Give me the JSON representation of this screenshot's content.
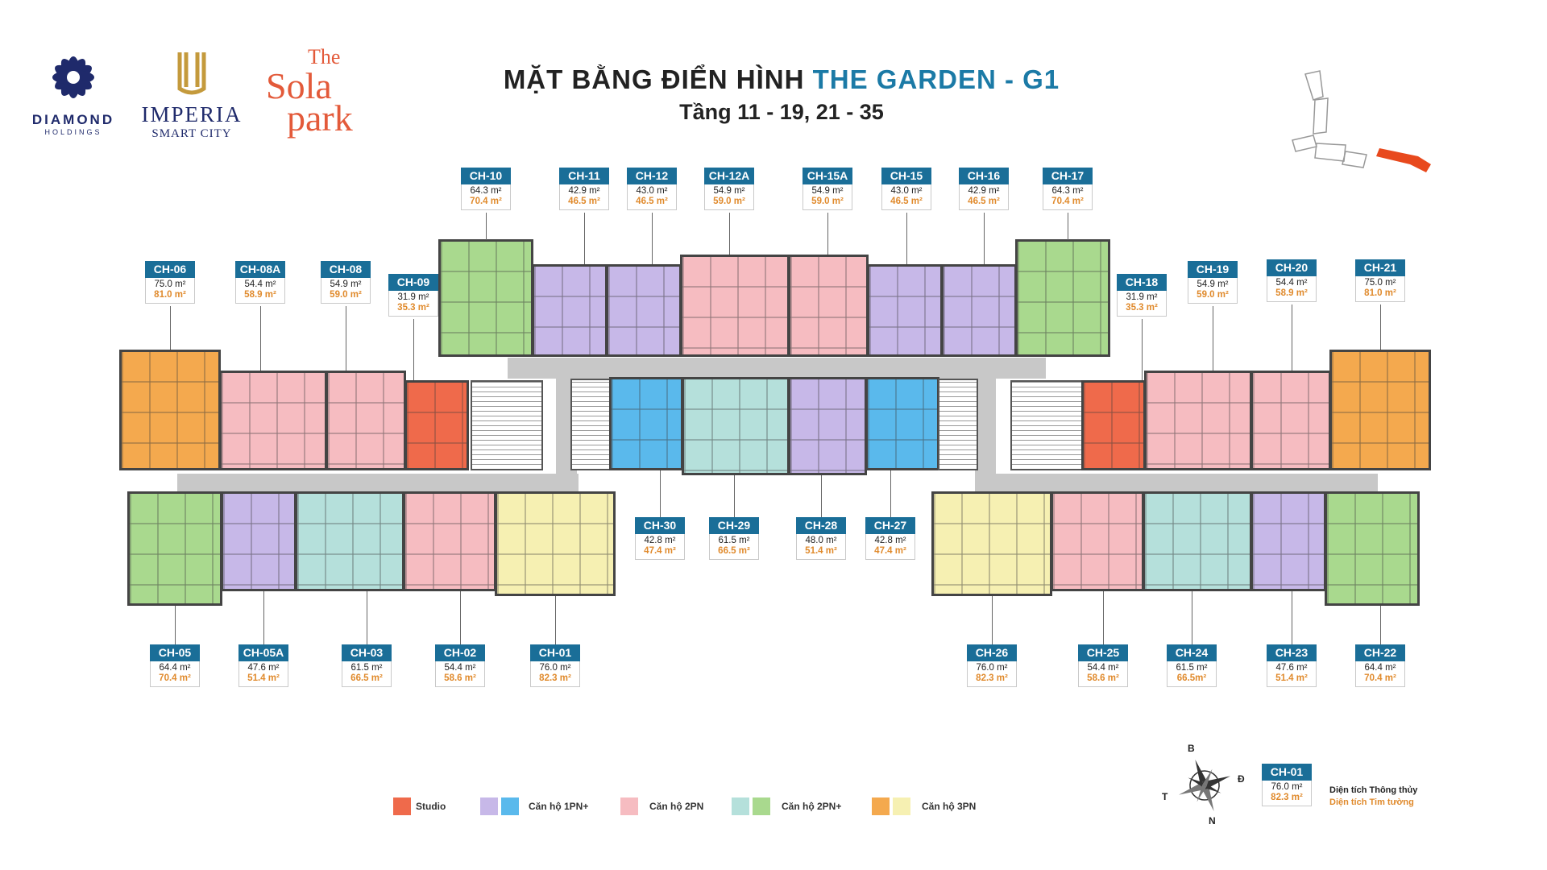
{
  "header": {
    "title_main": "MẶT BẰNG ĐIỂN HÌNH",
    "title_accent": "THE GARDEN - G1",
    "subtitle": "Tầng 11 - 19, 21 - 35"
  },
  "logos": {
    "diamond_name": "DIAMOND",
    "diamond_sub": "HOLDINGS",
    "imperia_name": "IMPERIA",
    "imperia_sub": "SMART CITY",
    "sola_line1": "The",
    "sola_line2": "Sola",
    "sola_line3": "park"
  },
  "units": [
    {
      "code": "CH-10",
      "area1": "64.3 m²",
      "area2": "70.4 m²"
    },
    {
      "code": "CH-11",
      "area1": "42.9 m²",
      "area2": "46.5 m²"
    },
    {
      "code": "CH-12",
      "area1": "43.0 m²",
      "area2": "46.5 m²"
    },
    {
      "code": "CH-12A",
      "area1": "54.9 m²",
      "area2": "59.0 m²"
    },
    {
      "code": "CH-15A",
      "area1": "54.9 m²",
      "area2": "59.0 m²"
    },
    {
      "code": "CH-15",
      "area1": "43.0 m²",
      "area2": "46.5 m²"
    },
    {
      "code": "CH-16",
      "area1": "42.9 m²",
      "area2": "46.5 m²"
    },
    {
      "code": "CH-17",
      "area1": "64.3 m²",
      "area2": "70.4 m²"
    },
    {
      "code": "CH-06",
      "area1": "75.0 m²",
      "area2": "81.0 m²"
    },
    {
      "code": "CH-08A",
      "area1": "54.4 m²",
      "area2": "58.9 m²"
    },
    {
      "code": "CH-08",
      "area1": "54.9 m²",
      "area2": "59.0 m²"
    },
    {
      "code": "CH-09",
      "area1": "31.9 m²",
      "area2": "35.3 m²"
    },
    {
      "code": "CH-18",
      "area1": "31.9 m²",
      "area2": "35.3 m²"
    },
    {
      "code": "CH-19",
      "area1": "54.9 m²",
      "area2": "59.0 m²"
    },
    {
      "code": "CH-20",
      "area1": "54.4 m²",
      "area2": "58.9 m²"
    },
    {
      "code": "CH-21",
      "area1": "75.0 m²",
      "area2": "81.0 m²"
    },
    {
      "code": "CH-30",
      "area1": "42.8 m²",
      "area2": "47.4 m²"
    },
    {
      "code": "CH-29",
      "area1": "61.5 m²",
      "area2": "66.5 m²"
    },
    {
      "code": "CH-28",
      "area1": "48.0 m²",
      "area2": "51.4 m²"
    },
    {
      "code": "CH-27",
      "area1": "42.8 m²",
      "area2": "47.4 m²"
    },
    {
      "code": "CH-05",
      "area1": "64.4 m²",
      "area2": "70.4 m²"
    },
    {
      "code": "CH-05A",
      "area1": "47.6 m²",
      "area2": "51.4 m²"
    },
    {
      "code": "CH-03",
      "area1": "61.5 m²",
      "area2": "66.5 m²"
    },
    {
      "code": "CH-02",
      "area1": "54.4 m²",
      "area2": "58.6 m²"
    },
    {
      "code": "CH-01",
      "area1": "76.0 m²",
      "area2": "82.3 m²"
    },
    {
      "code": "CH-26",
      "area1": "76.0 m²",
      "area2": "82.3 m²"
    },
    {
      "code": "CH-25",
      "area1": "54.4 m²",
      "area2": "58.6 m²"
    },
    {
      "code": "CH-24",
      "area1": "61.5 m²",
      "area2": "66.5m²"
    },
    {
      "code": "CH-23",
      "area1": "47.6 m²",
      "area2": "51.4 m²"
    },
    {
      "code": "CH-22",
      "area1": "64.4 m²",
      "area2": "70.4 m²"
    }
  ],
  "legend": {
    "studio": "Studio",
    "one_bed_plus": "Căn hộ 1PN+",
    "two_bed": "Căn hộ 2PN",
    "two_bed_plus": "Căn hộ 2PN+",
    "three_bed": "Căn hộ 3PN",
    "colors": {
      "studio": "#ef6a4b",
      "one_bed_plus_a": "#c7b8e8",
      "one_bed_plus_b": "#5ab9ec",
      "two_bed": "#f6bcc1",
      "two_bed_plus_a": "#b5e0db",
      "two_bed_plus_b": "#a9d98e",
      "three_bed_a": "#f4a94e",
      "three_bed_b": "#f6f0b2"
    }
  },
  "key": {
    "code": "CH-01",
    "area1": "76.0 m²",
    "area2": "82.3 m²",
    "label1": "Diện tích Thông thủy",
    "label2": "Diện tích Tim tường"
  },
  "compass": {
    "north_top": "B",
    "east": "Đ",
    "west": "T",
    "south": "N"
  }
}
